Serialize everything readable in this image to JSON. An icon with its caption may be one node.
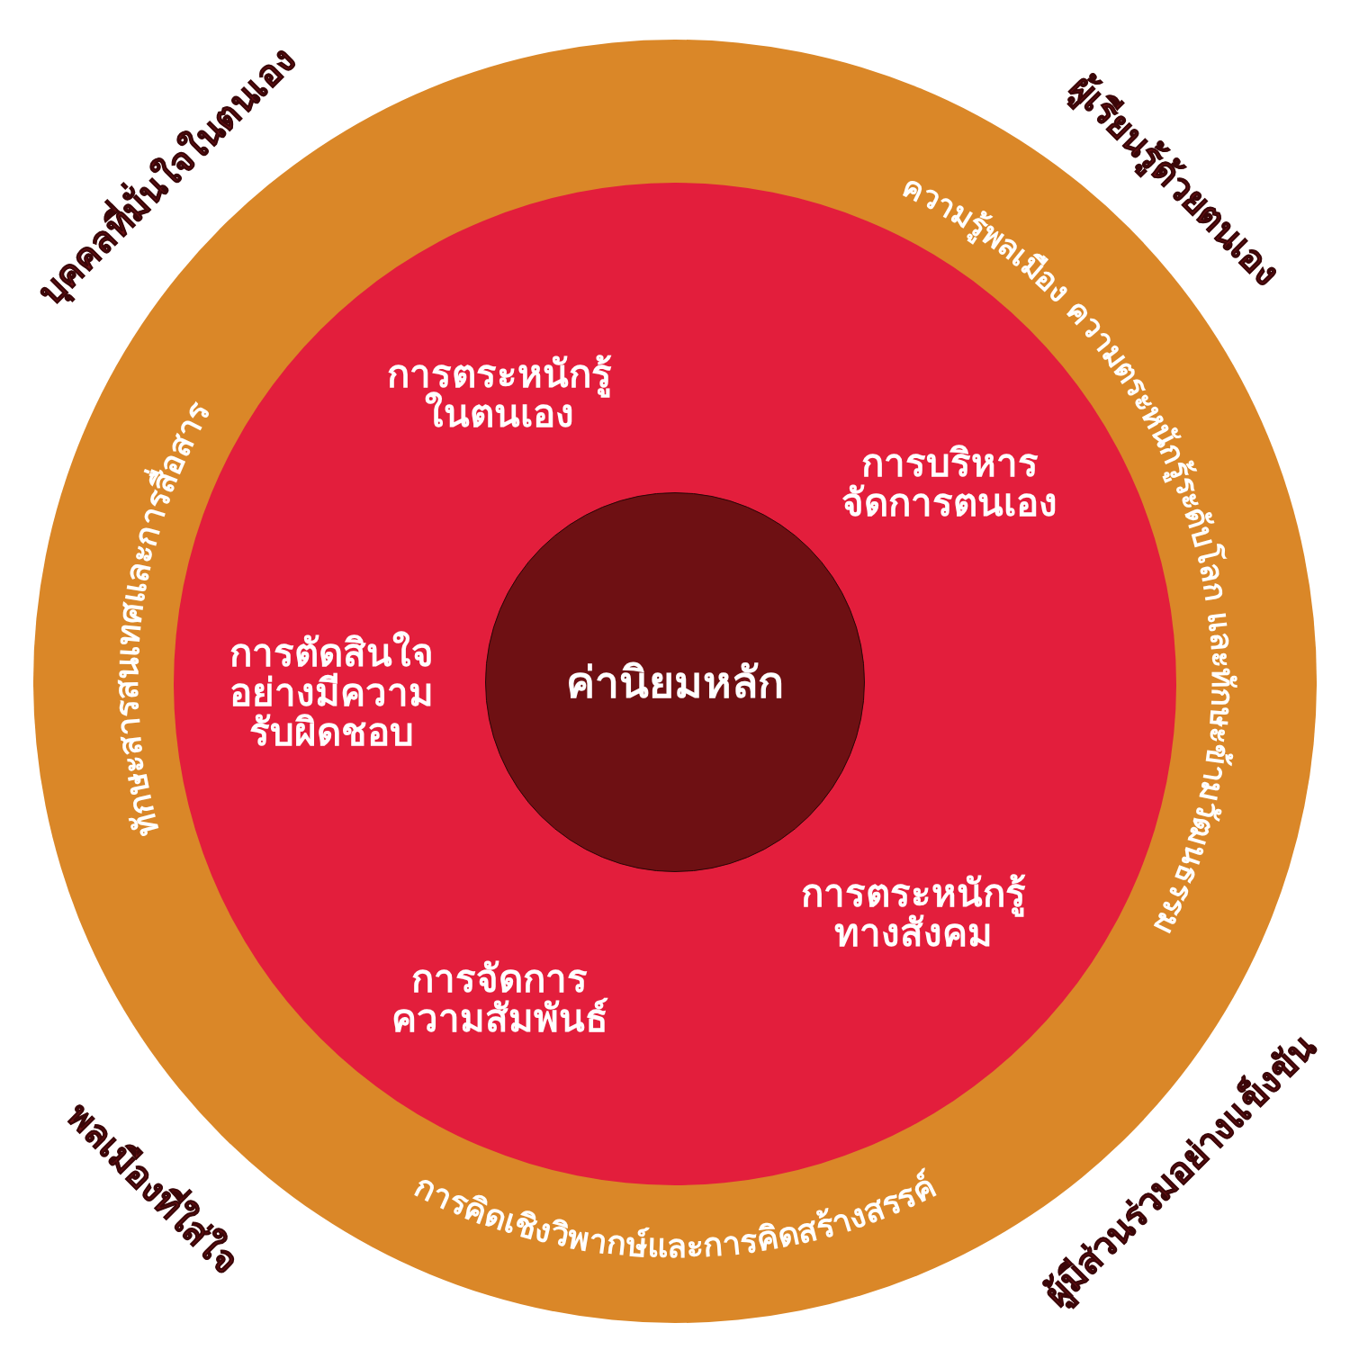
{
  "diagram": {
    "nodes": [
      {
        "text": [],
        "shape": "circle"
      },
      {
        "text": [
          "การตระหนักรู้ในตนเอง",
          "การบริหารจัดการตนเอง",
          "การตัดสินใจอย่างมีความรับผิดชอบ",
          "การตระหนักรู้ทางสังคม",
          "การจัดการความสัมพันธ์"
        ],
        "in": 0
      },
      {
        "text": [
          "ค่านิยมหลัก"
        ],
        "in": 1
      }
    ],
    "labels": [
      "บุคคลที่มั่นใจในตนเอง",
      "ผู้เรียนรู้ด้วยตนเอง",
      "ทักษะสารสนเทศและการสื่อสาร",
      "ความรู้พลเมือง ความตระหนักรู้ระดับโลก และทักษะข้ามวัฒนธรรม",
      "การคิดเชิงวิพากษ์และการคิดสร้างสรรค์",
      "พลเมืองที่ใส่ใจ",
      "ผู้มีส่วนร่วมอย่างแข็งขัน"
    ]
  }
}
